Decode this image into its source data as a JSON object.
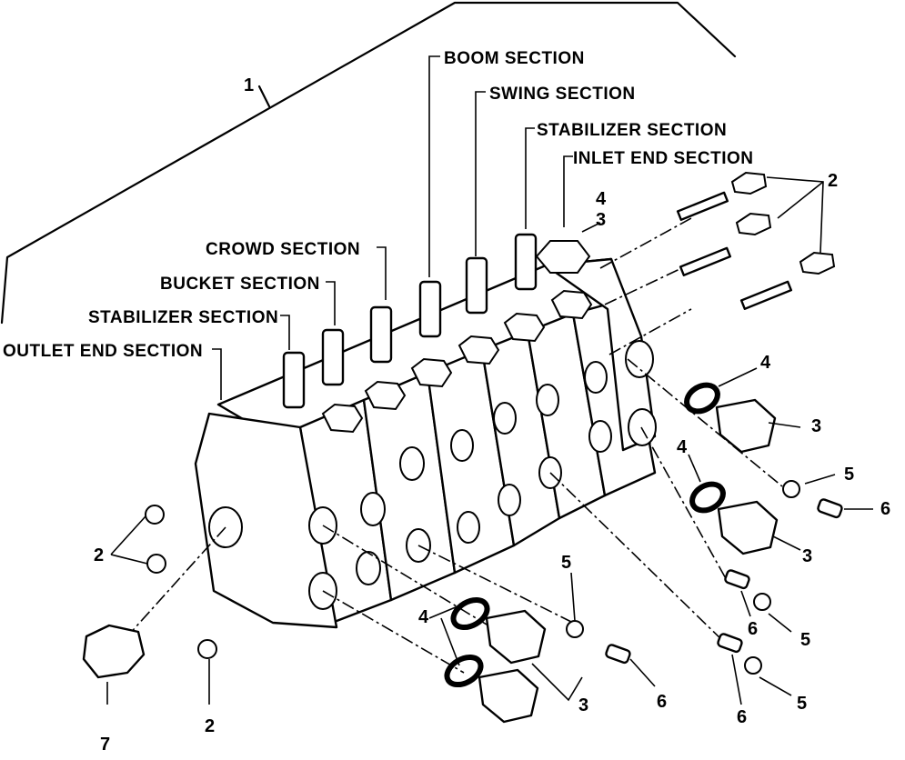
{
  "section_labels": {
    "boom": "BOOM SECTION",
    "swing": "SWING SECTION",
    "stabilizer_right": "STABILIZER SECTION",
    "inlet_end": "INLET END SECTION",
    "crowd": "CROWD SECTION",
    "bucket": "BUCKET SECTION",
    "stabilizer_left": "STABILIZER SECTION",
    "outlet_end": "OUTLET END SECTION"
  },
  "callouts": {
    "assembly": "1",
    "bolts_top": "2",
    "inlet_plug_4": "4",
    "inlet_plug_3": "3",
    "ring_upper": "4",
    "plug_upper": "3",
    "nut_upper": "5",
    "fitting_upper": "6",
    "ring_mid": "4",
    "plug_mid": "3",
    "fitting_mid": "6",
    "nut_mid": "5",
    "fitting_low": "6",
    "nut_low": "5",
    "nut_center": "5",
    "fitting_center": "6",
    "rings_bottom": "4",
    "plugs_bottom": "3",
    "nuts_left": "2",
    "nut_bottom": "2",
    "plug_outlet": "7"
  }
}
